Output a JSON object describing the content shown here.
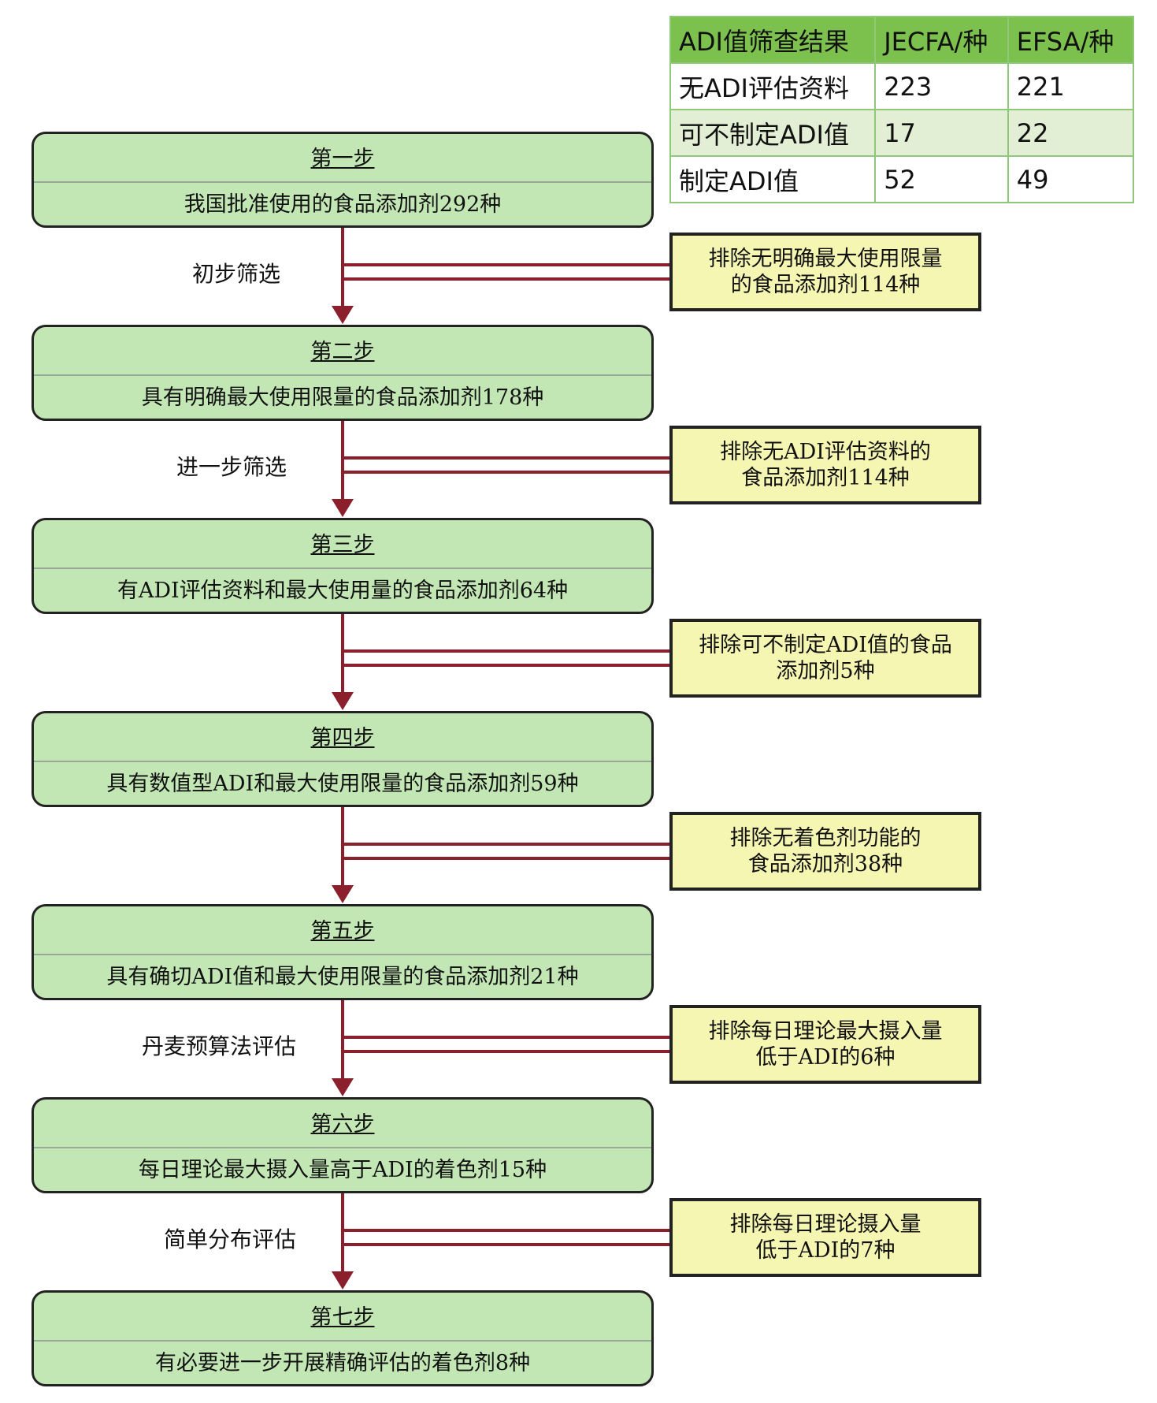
{
  "table": {
    "headers": [
      "ADI值筛查结果",
      "JECFA/种",
      "EFSA/种"
    ],
    "rows": [
      [
        "无ADI评估资料",
        "223",
        "221"
      ],
      [
        "可不制定ADI值",
        "17",
        "22"
      ],
      [
        "制定ADI值",
        "52",
        "49"
      ]
    ]
  },
  "steps": [
    {
      "title": "第一步",
      "text": "我国批准使用的食品添加剂292种"
    },
    {
      "title": "第二步",
      "text": "具有明确最大使用限量的食品添加剂178种"
    },
    {
      "title": "第三步",
      "text": "有ADI评估资料和最大使用量的食品添加剂64种"
    },
    {
      "title": "第四步",
      "text": "具有数值型ADI和最大使用限量的食品添加剂59种"
    },
    {
      "title": "第五步",
      "text": "具有确切ADI值和最大使用限量的食品添加剂21种"
    },
    {
      "title": "第六步",
      "text": "每日理论最大摄入量高于ADI的着色剂15种"
    },
    {
      "title": "第七步",
      "text": "有必要进一步开展精确评估的着色剂8种"
    }
  ],
  "exclusions": [
    {
      "line1": "排除无明确最大使用限量",
      "line2": "的食品添加剂114种"
    },
    {
      "line1": "排除无ADI评估资料的",
      "line2": "食品添加剂114种"
    },
    {
      "line1": "排除可不制定ADI值的食品",
      "line2": "添加剂5种"
    },
    {
      "line1": "排除无着色剂功能的",
      "line2": "食品添加剂38种"
    },
    {
      "line1": "排除每日理论最大摄入量",
      "line2": "低于ADI的6种"
    },
    {
      "line1": "排除每日理论摄入量",
      "line2": "低于ADI的7种"
    }
  ],
  "transitions": [
    "初步筛选",
    "进一步筛选",
    "",
    "",
    "丹麦预算法评估",
    "简单分布评估"
  ],
  "colors": {
    "step_fill": "#c2e6b4",
    "exclusion_fill": "#f6f6b3",
    "arrow": "#8b1f2b",
    "table_header": "#7cc04d",
    "table_alt_row": "#e2efd5"
  }
}
